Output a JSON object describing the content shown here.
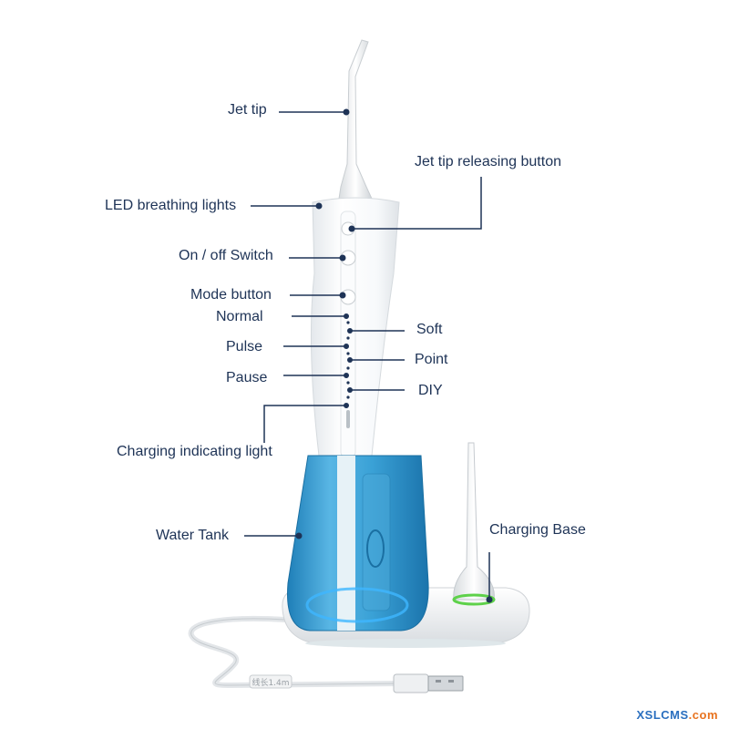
{
  "labels": {
    "jet_tip": "Jet tip",
    "jet_tip_release": "Jet tip releasing button",
    "led_lights": "LED breathing lights",
    "on_off": "On / off Switch",
    "mode_button": "Mode button",
    "normal": "Normal",
    "soft": "Soft",
    "pulse": "Pulse",
    "point": "Point",
    "pause": "Pause",
    "diy": "DIY",
    "charging_light": "Charging indicating light",
    "water_tank": "Water Tank",
    "charging_base": "Charging Base"
  },
  "cable_text": "线长1.4m",
  "watermark": {
    "part1": "XSLCMS",
    "part2": ".com"
  },
  "colors": {
    "label_text": "#1e3356",
    "leader_line": "#1e3356",
    "water": "#2f93c8",
    "body": "#f4f6f8",
    "charge_ring": "#5ed14a",
    "watermark_blue": "#2a6fbf",
    "watermark_orange": "#e8731f"
  }
}
